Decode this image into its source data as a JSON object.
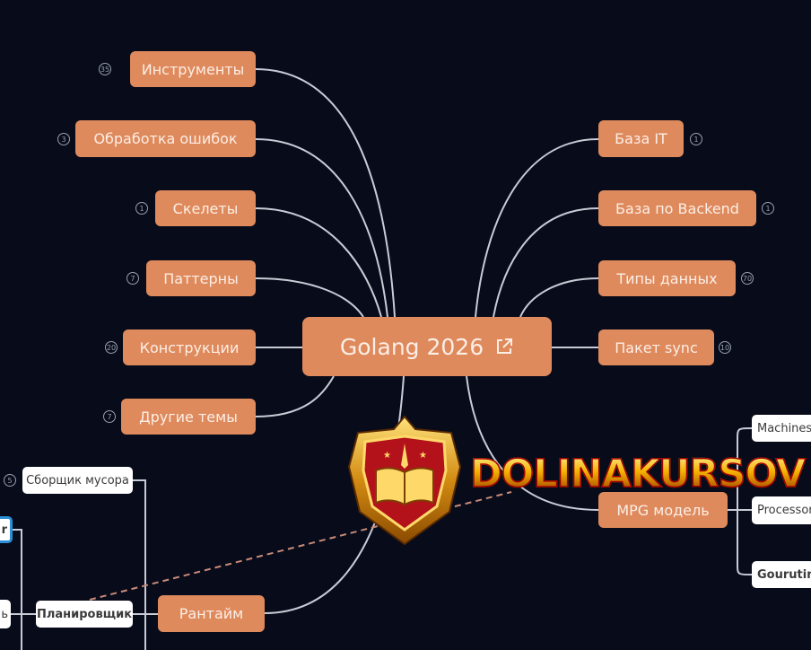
{
  "root": {
    "label": "Golang 2026",
    "icon": "external-link-icon"
  },
  "left": [
    {
      "label": "Инструменты",
      "count": "35"
    },
    {
      "label": "Обработка ошибок",
      "count": "3"
    },
    {
      "label": "Скелеты",
      "count": "1"
    },
    {
      "label": "Паттерны",
      "count": "7"
    },
    {
      "label": "Конструкции",
      "count": "20"
    },
    {
      "label": "Другие темы",
      "count": "7"
    }
  ],
  "right": [
    {
      "label": "База IT",
      "count": "1"
    },
    {
      "label": "База по Backend",
      "count": "1"
    },
    {
      "label": "Типы данных",
      "count": "70"
    },
    {
      "label": "Пакет sync",
      "count": "10"
    },
    {
      "label": "MPG модель"
    }
  ],
  "runtime": {
    "label": "Рантайм",
    "children": [
      {
        "label": "Сборщик мусора",
        "count": "5"
      },
      {
        "label": "Планировщик"
      }
    ],
    "partial": [
      "r",
      "ь"
    ]
  },
  "mpg_children": [
    "Machines",
    "Processor",
    "Gourutin"
  ],
  "watermark": {
    "text": "DOLINAKURSOV"
  },
  "colors": {
    "background": "#070b1a",
    "node": "#df8a5c",
    "link": "#c9ccd6",
    "selected": "#2a8fd6"
  }
}
